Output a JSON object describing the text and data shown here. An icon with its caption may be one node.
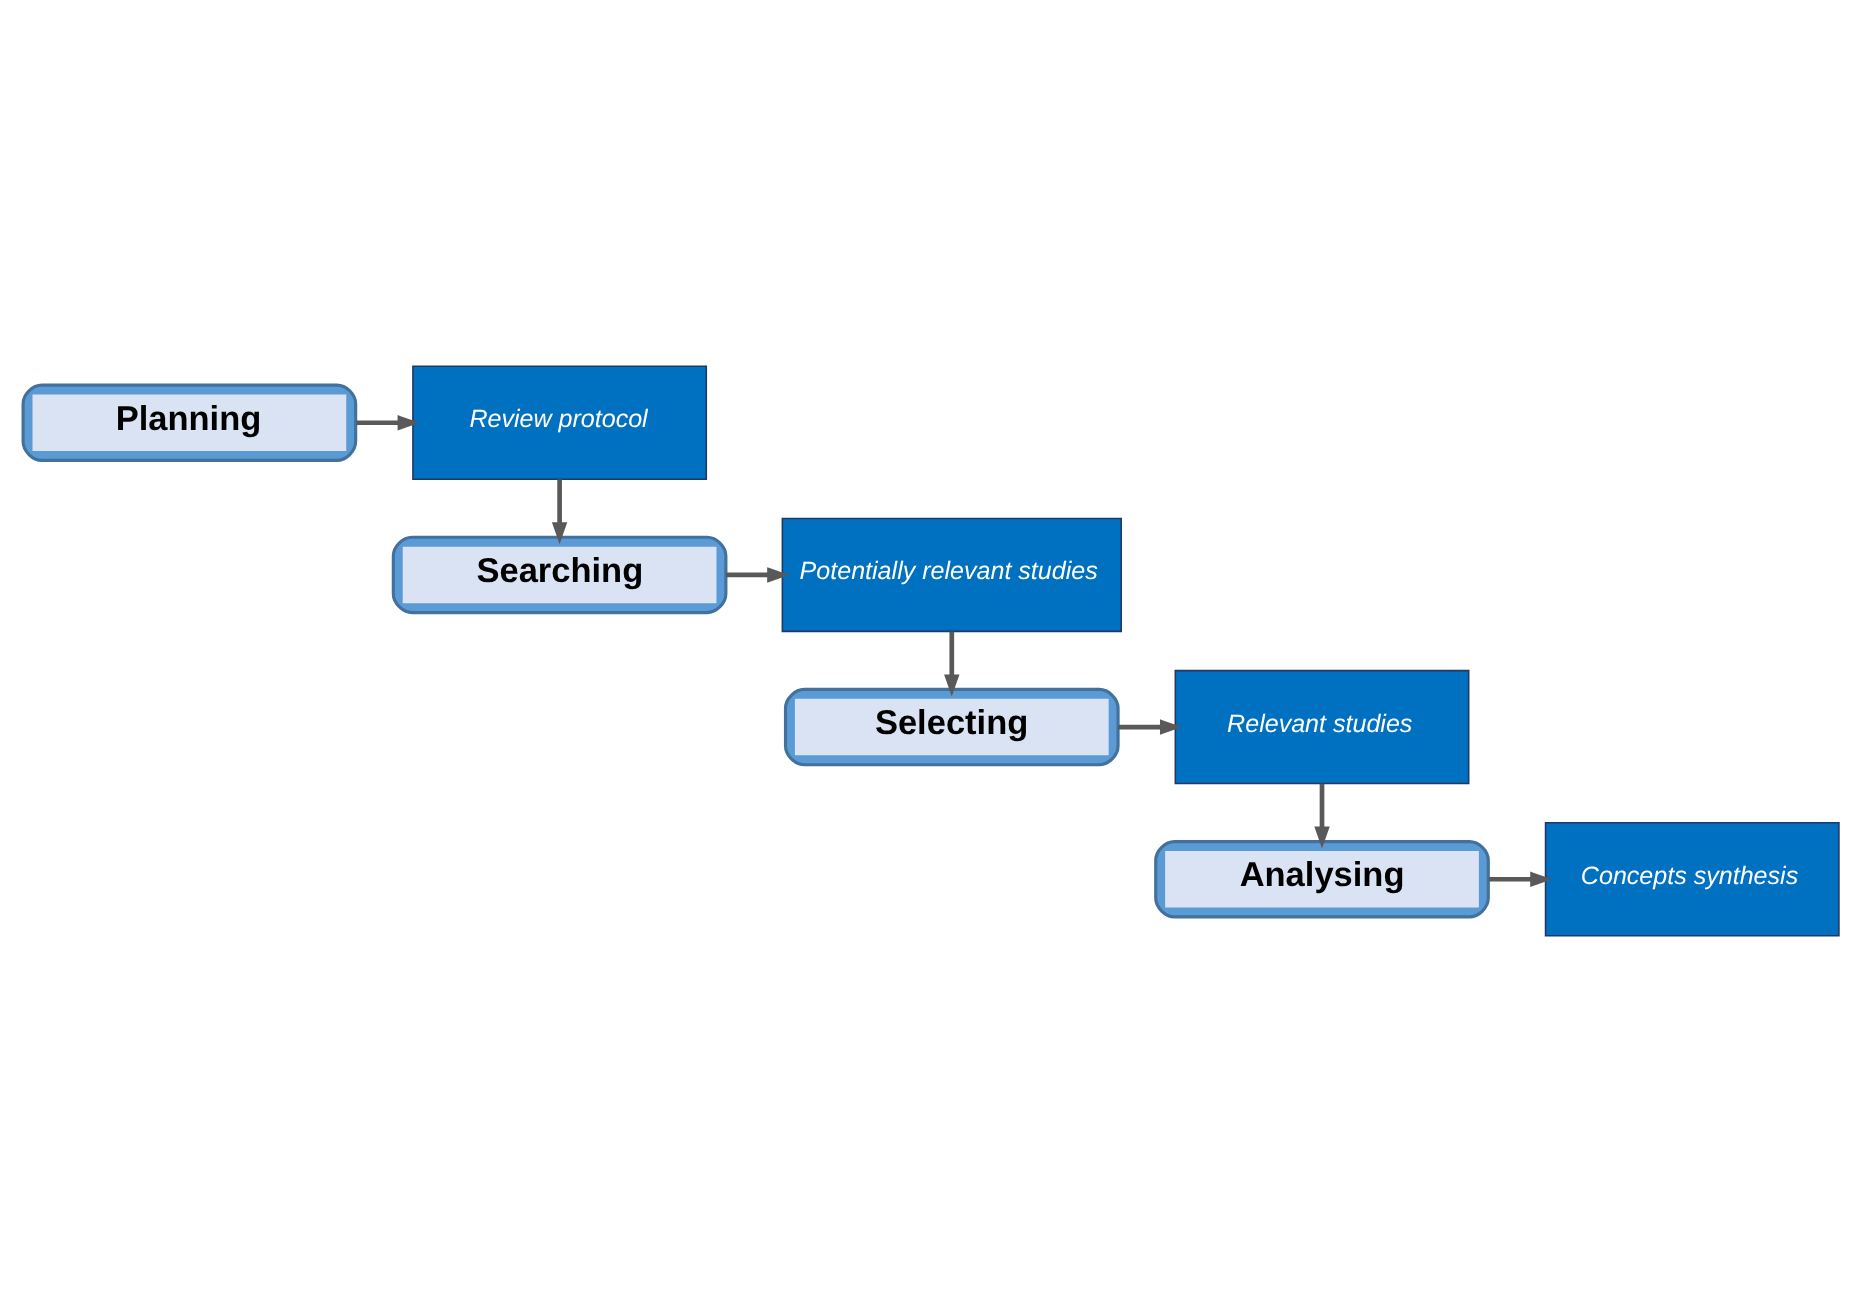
{
  "diagram": {
    "nodes": [
      {
        "text": [
          "Planning"
        ]
      },
      {
        "text": [
          "Review protocol"
        ]
      },
      {
        "text": [
          "Searching"
        ]
      },
      {
        "text": [
          "Potentially relevant studies"
        ]
      },
      {
        "text": [
          "Selecting"
        ]
      },
      {
        "text": [
          "Relevant studies"
        ]
      },
      {
        "text": [
          "Analysing"
        ]
      },
      {
        "text": [
          "Concepts synthesis"
        ]
      }
    ],
    "edges": [
      {
        "from": 0,
        "to": 1,
        "arrow": "to"
      },
      {
        "from": 1,
        "to": 2,
        "arrow": "to"
      },
      {
        "from": 2,
        "to": 3,
        "arrow": "to"
      },
      {
        "from": 3,
        "to": 4,
        "arrow": "to"
      },
      {
        "from": 4,
        "to": 5,
        "arrow": "to"
      },
      {
        "from": 5,
        "to": 6,
        "arrow": "to"
      },
      {
        "from": 6,
        "to": 7,
        "arrow": "to"
      }
    ]
  }
}
